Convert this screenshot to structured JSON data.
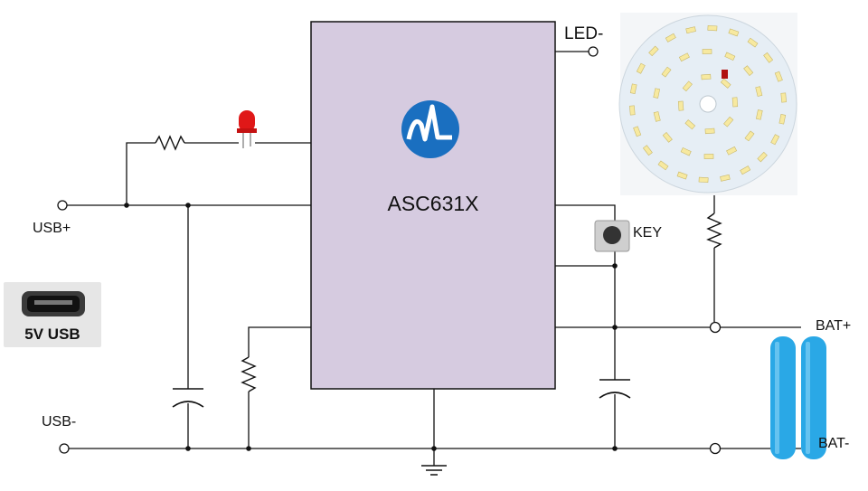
{
  "chip": {
    "name": "ASC631X"
  },
  "terminals": {
    "led_minus": "LED-",
    "usb_plus": "USB+",
    "usb_minus": "USB-",
    "key": "KEY",
    "bat_plus": "BAT+",
    "bat_minus": "BAT-"
  },
  "usb_connector": {
    "text": "5V USB"
  },
  "colors": {
    "chip_fill": "#d6cbe0",
    "logo_blue": "#1a6fc0",
    "led_red": "#e01818",
    "battery_blue": "#2aa8e6",
    "pcb_white": "#e6eef5",
    "wire": "#111111"
  }
}
